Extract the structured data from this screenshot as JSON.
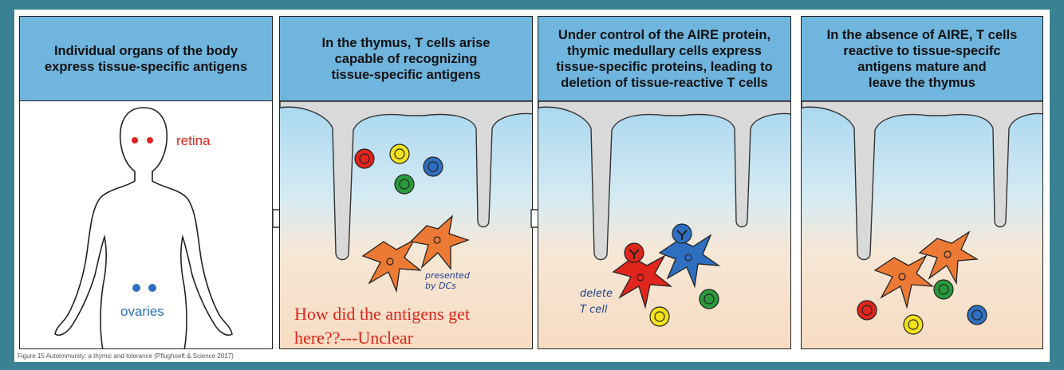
{
  "panels": [
    {
      "title_lines": [
        "Individual organs of the body",
        "express tissue-specific antigens"
      ],
      "labels": {
        "retina": "retina",
        "ovaries": "ovaries"
      }
    },
    {
      "title_lines": [
        "In the thymus, T cells arise",
        "capable of recognizing",
        "tissue-specific antigens"
      ],
      "handwritten": [
        "presented",
        "by DCs"
      ],
      "note_lines": [
        "How did the antigens get",
        "here??---Unclear"
      ]
    },
    {
      "title_lines": [
        "Under control of the AIRE protein,",
        "thymic medullary cells express",
        "tissue-specific proteins, leading to",
        "deletion of tissue-reactive T cells"
      ],
      "handwritten": [
        "delete",
        "T cell"
      ]
    },
    {
      "title_lines": [
        "In the absence of AIRE, T cells",
        "reactive to tissue-specifc",
        "antigens mature and",
        "leave the thymus"
      ]
    }
  ],
  "caption": "Figure 15  Autoimmunity: a thymic and tolerance (Pflughoeft & Science 2017)",
  "colors": {
    "header": "#6fb5de",
    "slide_bg": "#3a8293",
    "red_cell": "#e0251c",
    "yellow_cell": "#f3e21a",
    "blue_cell": "#2f6fc0",
    "green_cell": "#2a9a3c",
    "orange_dc": "#ec7a35",
    "note": "#e0251c"
  }
}
